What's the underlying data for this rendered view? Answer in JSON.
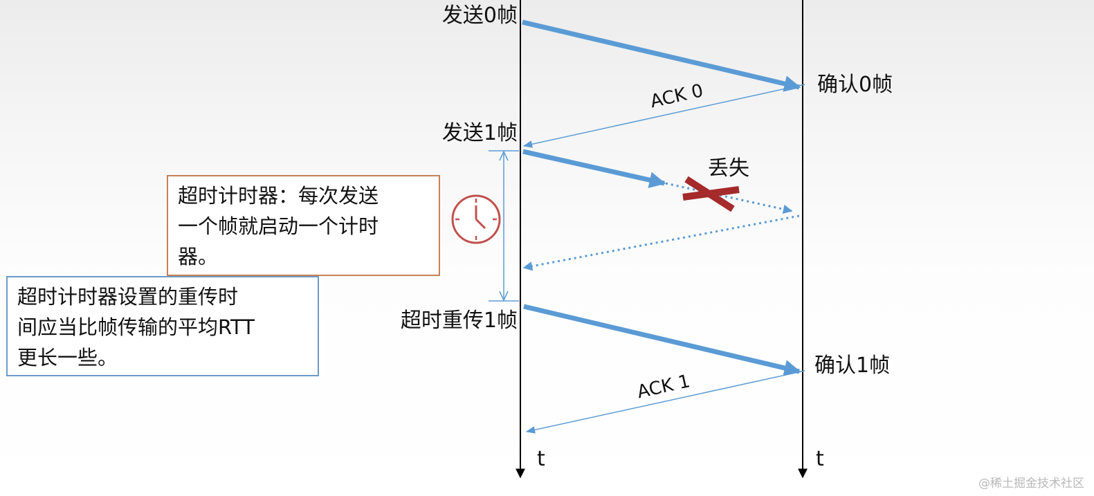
{
  "sender": {
    "send0": "发送0帧",
    "send1": "发送1帧",
    "retransmit1": "超时重传1帧",
    "time_axis": "t"
  },
  "receiver": {
    "confirm0": "确认0帧",
    "confirm1": "确认1帧",
    "time_axis": "t"
  },
  "acks": {
    "ack0": "ACK 0",
    "ack1": "ACK 1"
  },
  "loss_label": "丢失",
  "notes": {
    "timer_line1": "超时计时器：每次发送",
    "timer_line2": "一个帧就启动一个计时",
    "timer_line3": "器。",
    "rtt_line1": "超时计时器设置的重传时",
    "rtt_line2": "间应当比帧传输的平均RTT",
    "rtt_line3": "更长一些。"
  },
  "watermark": "@稀土掘金技术社区",
  "colors": {
    "frame_arrow": "#5b9bd5",
    "ack_line": "#5b9bd5",
    "loss_cross": "#a52a2a",
    "clock": "#c0504d",
    "timer_note_border": "#c87f55",
    "rtt_note_border": "#6a9ac8"
  },
  "icons": {
    "clock": "clock-icon",
    "loss": "cross-icon"
  }
}
